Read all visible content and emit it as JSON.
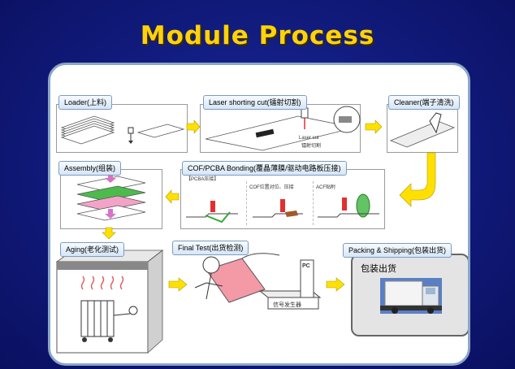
{
  "title": "Module Process",
  "steps": {
    "loader": "Loader(上料)",
    "laser": "Laser shorting cut(镭射切割)",
    "laser_note_1": "Laser cut",
    "laser_note_2": "镭射切割",
    "cleaner": "Cleaner(端子清洗)",
    "assembly": "Assembly(组装)",
    "cof": "COF/PCBA Bonding(覆晶薄膜/驱动电路板压接)",
    "cof_sub_1": "【PCBA压接】",
    "cof_sub_2": "COF位置对位、压接",
    "cof_sub_3": "ACF贴附",
    "aging": "Aging(老化测试)",
    "final": "Final Test(出货检测)",
    "final_pc": "PC",
    "final_gen": "信号发生器",
    "packing": "Packing & Shipping(包装出货)",
    "packing_label": "包装出货"
  },
  "colors": {
    "arrow": "#ffe000",
    "title": "#ffd20a",
    "pink": "#f07a8c"
  }
}
